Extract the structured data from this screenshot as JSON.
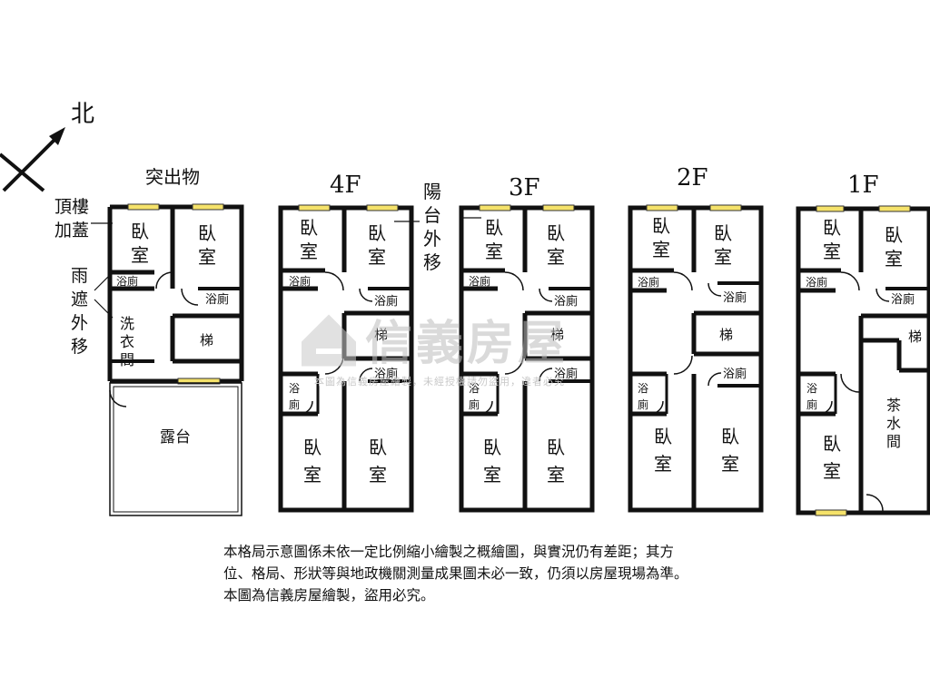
{
  "compass": {
    "label": "北"
  },
  "floors": {
    "roof": {
      "title": "突出物",
      "annotations": {
        "top_addition": "頂樓\n加蓋",
        "awning": "雨\n遮\n外\n移"
      },
      "rooms": {
        "bedroom_label": "臥\n室",
        "bath_label": "浴廁",
        "laundry_label": "洗\n衣\n間",
        "stair_label": "梯",
        "terrace_label": "露台"
      }
    },
    "f4": {
      "title": "4F",
      "rooms": {
        "bedroom_label": "臥\n室",
        "bath_label": "浴廁",
        "bath_small_label": "浴\n廁",
        "stair_label": "梯"
      }
    },
    "f3": {
      "title": "3F",
      "rooms": {
        "bedroom_label": "臥\n室",
        "bath_label": "浴廁",
        "bath_small_label": "浴\n廁",
        "stair_label": "梯"
      }
    },
    "f2": {
      "title": "2F",
      "rooms": {
        "bedroom_label": "臥\n室",
        "bath_label": "浴廁",
        "bath_small_label": "浴\n廁",
        "stair_label": "梯"
      }
    },
    "f1": {
      "title": "1F",
      "rooms": {
        "bedroom_label": "臥\n室",
        "bath_label": "浴廁",
        "bath_small_label": "浴\n廁",
        "stair_label": "梯",
        "tea_label": "茶\n水\n間"
      }
    }
  },
  "balcony_note": "陽\n台\n外\n移",
  "watermark": {
    "brand": "信義房屋",
    "sub": "本圖為信義房屋繪製，未經授權請勿盜用，違者必究"
  },
  "disclaimer": {
    "line1": "本格局示意圖係未依一定比例縮小繪製之概繪圖，與實況仍有差距；其方",
    "line2": "位、格局、形狀等與地政機關測量成果圖未必一致，仍須以房屋現場為準。",
    "line3": "本圖為信義房屋繪製，盜用必究。"
  }
}
